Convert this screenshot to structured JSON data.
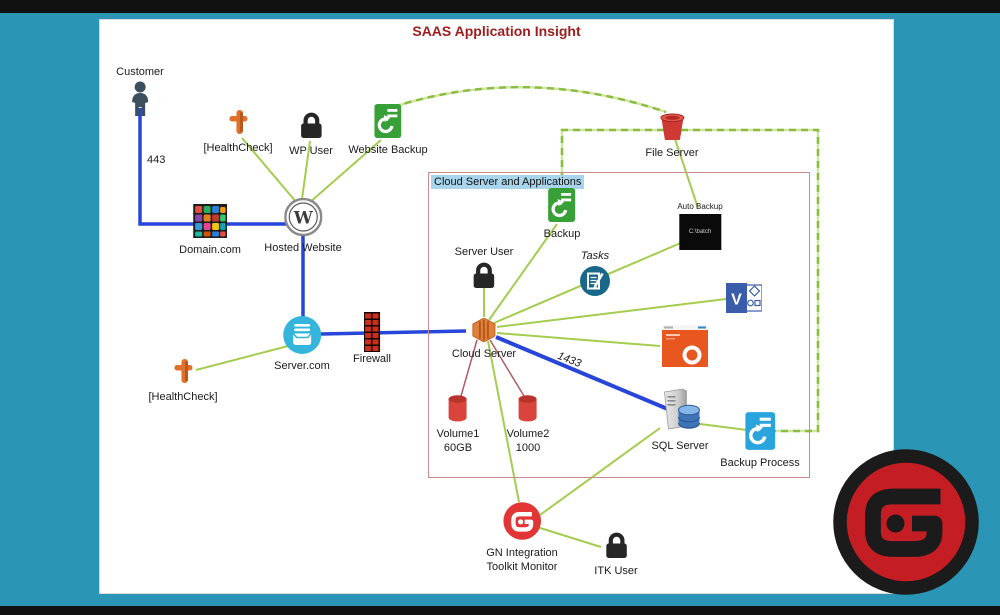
{
  "title": "SAAS Application Insight",
  "container_label": "Cloud Server and Applications",
  "nodes": {
    "customer": {
      "label": "Customer"
    },
    "healthcheck_web": {
      "label": "[HealthCheck]"
    },
    "wp_user": {
      "label": "WP User"
    },
    "website_backup": {
      "label": "Website Backup"
    },
    "file_server": {
      "label": "File Server"
    },
    "domain": {
      "label": "Domain.com"
    },
    "hosted_website": {
      "label": "Hosted Website"
    },
    "backup": {
      "label": "Backup"
    },
    "auto_backup": {
      "label": "Auto Backup",
      "screen_text": "C:\\batch"
    },
    "server_user": {
      "label": "Server User"
    },
    "tasks": {
      "label": "Tasks"
    },
    "cloud_server": {
      "label": "Cloud Server"
    },
    "firewall": {
      "label": "Firewall"
    },
    "server_com": {
      "label": "Server.com"
    },
    "healthcheck_server": {
      "label": "[HealthCheck]"
    },
    "volume1": {
      "label": "Volume1",
      "size": "60GB"
    },
    "volume2": {
      "label": "Volume2",
      "size": "1000"
    },
    "sql_server": {
      "label": "SQL Server"
    },
    "backup_process": {
      "label": "Backup Process"
    },
    "gn_monitor": {
      "label_line1": "GN Integration",
      "label_line2": "Toolkit Monitor"
    },
    "itk_user": {
      "label": "ITK User"
    }
  },
  "edge_labels": {
    "customer_port": "443",
    "sql_port": "1433"
  },
  "colors": {
    "background": "#2b95b6",
    "canvas": "#ffffff",
    "title_text": "#9e1c1c",
    "link_green": "#a4cc4e",
    "link_blue": "#2746d9",
    "link_maroon": "#b25a64",
    "container_border": "#cc8a8a",
    "container_label_bg": "#a8d4ec",
    "logo_red": "#c41e24"
  }
}
